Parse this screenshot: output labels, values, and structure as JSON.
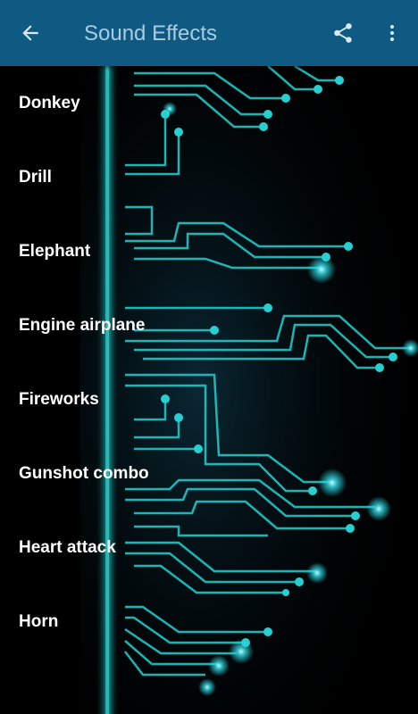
{
  "toolbar": {
    "title": "Sound Effects",
    "back_icon": "arrow-back-icon",
    "share_icon": "share-icon",
    "more_icon": "more-vert-icon"
  },
  "colors": {
    "toolbar_bg": "#0e5a82",
    "title_text": "#a9cce3",
    "circuit": "#1ec8c8",
    "background": "#000000"
  },
  "sounds": [
    {
      "label": "Donkey"
    },
    {
      "label": "Drill"
    },
    {
      "label": "Elephant"
    },
    {
      "label": "Engine airplane"
    },
    {
      "label": "Fireworks"
    },
    {
      "label": "Gunshot combo"
    },
    {
      "label": "Heart attack"
    },
    {
      "label": "Horn"
    }
  ]
}
